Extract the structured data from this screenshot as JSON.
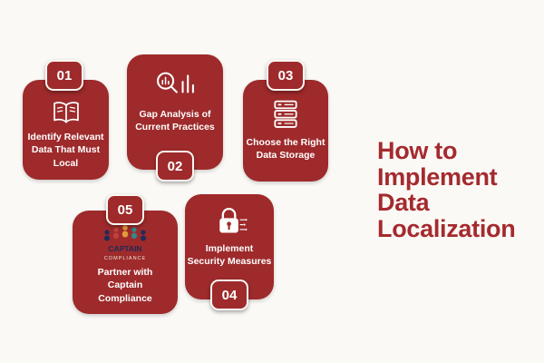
{
  "title": {
    "text": "How to Implement Data Localization"
  },
  "steps": [
    {
      "number": "01",
      "label": "Identify Relevant Data That Must Local",
      "icon": "open-book-icon",
      "tab_position": "top"
    },
    {
      "number": "02",
      "label": "Gap Analysis of Current Practices",
      "icon": "magnifier-bar-chart-icon",
      "tab_position": "bottom"
    },
    {
      "number": "03",
      "label": "Choose the Right Data Storage",
      "icon": "server-stack-icon",
      "tab_position": "top"
    },
    {
      "number": "04",
      "label": "Implement Security Measures",
      "icon": "padlock-circuit-icon",
      "tab_position": "bottom"
    },
    {
      "number": "05",
      "label": "Partner with Captain Compliance",
      "icon": "captain-compliance-logo",
      "tab_position": "top",
      "logo": {
        "line1": "CAPTAIN",
        "line2": "COMPLIANCE"
      }
    }
  ],
  "colors": {
    "accent": "#9E2A2B",
    "title": "#A42A2E",
    "background": "#FBF9F6",
    "card_text": "#FFFFFF"
  }
}
